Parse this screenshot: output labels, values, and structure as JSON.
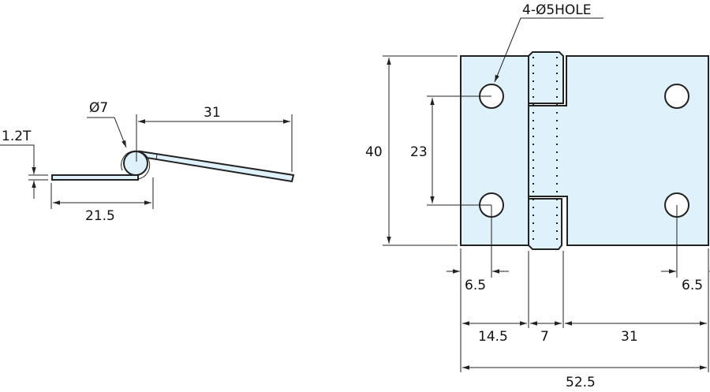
{
  "title": "Hinge dimension drawing",
  "side_view": {
    "diameter_label": "Ø7",
    "open_leaf_length": "31",
    "thickness_label": "1.2T",
    "flat_leaf_length": "21.5"
  },
  "front_view": {
    "hole_note": "4-Ø5HOLE",
    "height": "40",
    "hole_pitch_vertical": "23",
    "hole_offset_left": "6.5",
    "hole_offset_right": "6.5",
    "left_leaf_width": "14.5",
    "knuckle_width": "7",
    "right_leaf_width": "31",
    "total_width": "52.5"
  },
  "colors": {
    "part_fill": "#dff2fb",
    "line": "#222222"
  }
}
